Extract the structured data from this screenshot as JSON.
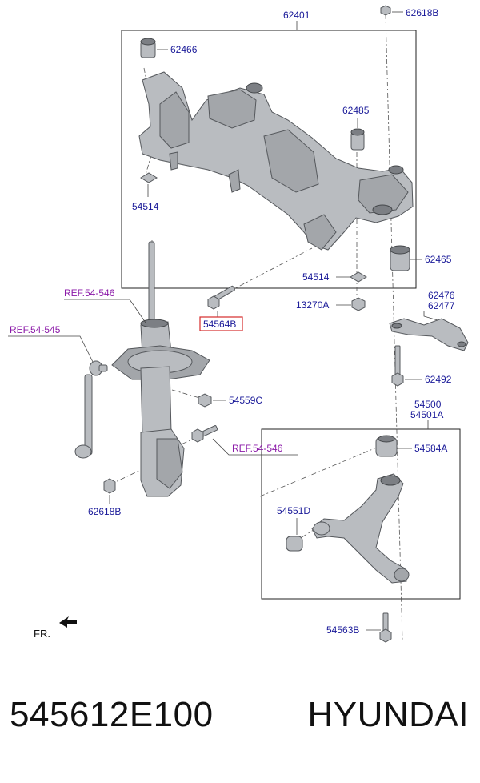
{
  "labels": {
    "l62401": "62401",
    "l62618B_top": "62618B",
    "l62466": "62466",
    "l62485": "62485",
    "l54514_a": "54514",
    "l62465": "62465",
    "l54514_b": "54514",
    "l13270A": "13270A",
    "l62476": "62476",
    "l62477": "62477",
    "l62492": "62492",
    "l54564B": "54564B",
    "l54559C": "54559C",
    "l54500": "54500",
    "l54501A": "54501A",
    "l54584A": "54584A",
    "l54551D": "54551D",
    "l62618B_bot": "62618B",
    "l54563B": "54563B"
  },
  "refs": {
    "ref_strut_top": "REF.54-546",
    "ref_stabilizer": "REF.54-545",
    "ref_strut_bolt": "REF.54-546"
  },
  "direction_label": "FR.",
  "caption": {
    "part_number": "545612E100",
    "brand": "HYUNDAI"
  },
  "colors": {
    "part_label": "#1a1a99",
    "ref_label": "#8b1aa8",
    "highlight_box": "#d62b2b"
  }
}
